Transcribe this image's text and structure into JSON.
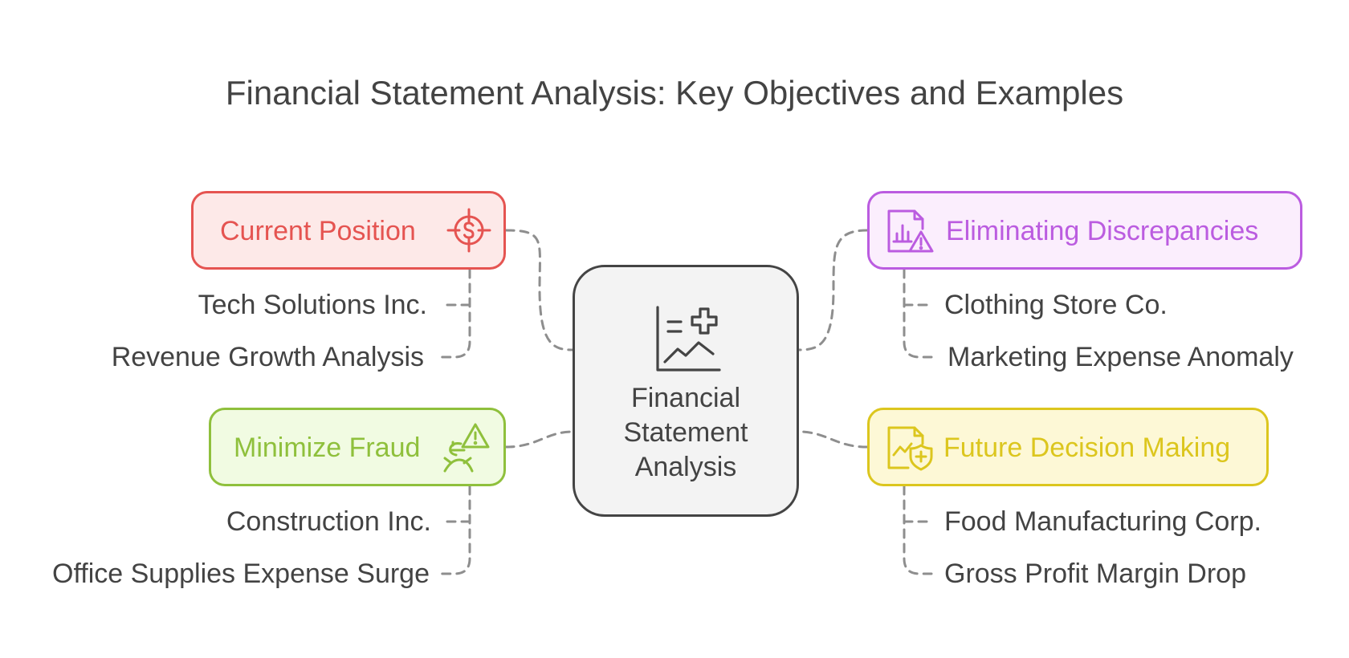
{
  "title": "Financial Statement Analysis: Key Objectives and Examples",
  "center": {
    "lines": [
      "Financial",
      "Statement",
      "Analysis"
    ],
    "icon": "chart-plus-icon"
  },
  "nodes": {
    "current_position": {
      "label": "Current Position",
      "color": "#e55451",
      "icon": "target-dollar-icon",
      "examples": [
        "Tech Solutions Inc.",
        "Revenue Growth Analysis"
      ]
    },
    "minimize_fraud": {
      "label": "Minimize Fraud",
      "color": "#8fc03c",
      "icon": "fraud-warning-icon",
      "examples": [
        "Construction Inc.",
        "Office Supplies Expense Surge"
      ]
    },
    "eliminating_discrepancies": {
      "label": "Eliminating Discrepancies",
      "color": "#bb5ce0",
      "icon": "report-warning-icon",
      "examples": [
        "Clothing Store Co.",
        "Marketing Expense Anomaly"
      ]
    },
    "future_decision_making": {
      "label": "Future Decision Making",
      "color": "#dcc61e",
      "icon": "report-shield-icon",
      "examples": [
        "Food Manufacturing Corp.",
        "Gross Profit Margin Drop"
      ]
    }
  }
}
